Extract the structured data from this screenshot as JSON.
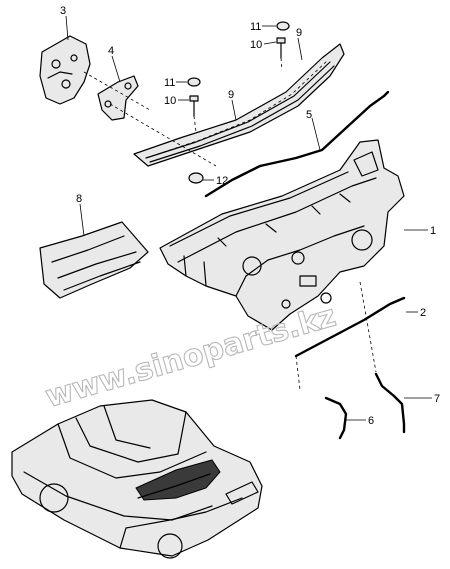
{
  "callouts": {
    "c1": "1",
    "c2": "2",
    "c3": "3",
    "c4": "4",
    "c5": "5",
    "c6": "6",
    "c7": "7",
    "c8": "8",
    "c9a": "9",
    "c9b": "9",
    "c10a": "10",
    "c10b": "10",
    "c11a": "11",
    "c11b": "11",
    "c12": "12"
  },
  "watermark": "www.sinoparts.kz",
  "icons": {
    "bracket-3": "bracket-icon",
    "bracket-4": "bracket-icon",
    "cowl-grille": "cowl-grille-icon",
    "dash-panel": "dash-panel-icon",
    "side-panel": "side-panel-icon",
    "car": "car-icon"
  }
}
